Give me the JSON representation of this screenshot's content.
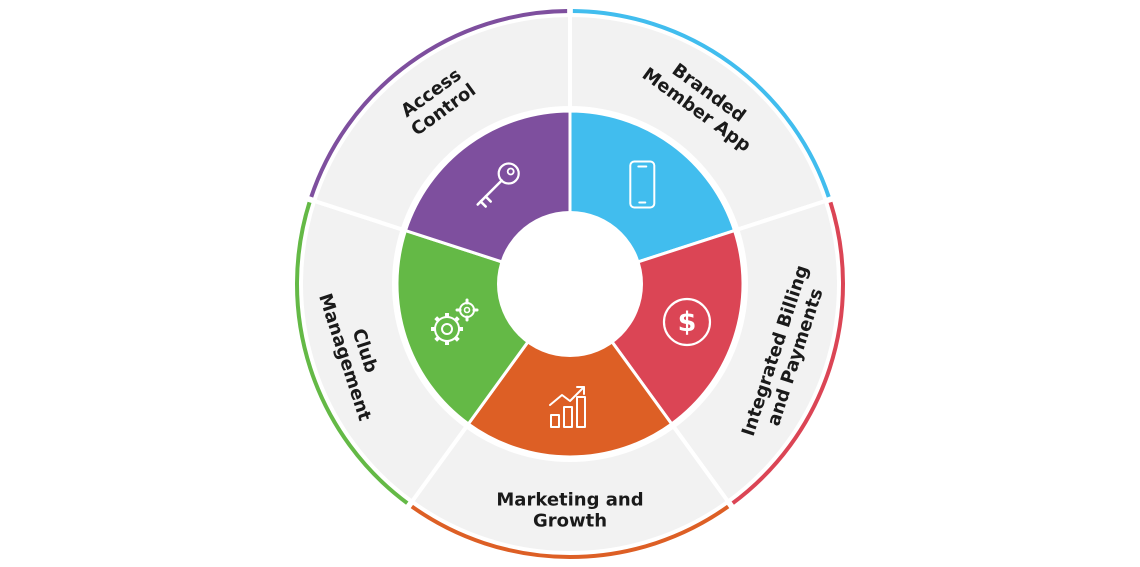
{
  "segments": [
    {
      "id": "branded-member-app",
      "label_lines": [
        "Branded",
        "Member App"
      ],
      "color": "#41bdee",
      "icon": "smartphone-icon"
    },
    {
      "id": "integrated-billing-and-payments",
      "label_lines": [
        "Integrated Billing",
        "and Payments"
      ],
      "color": "#db4555",
      "icon": "dollar-coin-icon"
    },
    {
      "id": "marketing-and-growth",
      "label_lines": [
        "Marketing and",
        "Growth"
      ],
      "color": "#dd5f25",
      "icon": "growth-chart-icon"
    },
    {
      "id": "club-management",
      "label_lines": [
        "Club",
        "Management"
      ],
      "color": "#64b946",
      "icon": "gears-icon"
    },
    {
      "id": "access-control",
      "label_lines": [
        "Access",
        "Control"
      ],
      "color": "#7e4f9e",
      "icon": "key-icon"
    }
  ],
  "colors": {
    "outer_band": "#f2f2f2",
    "divider": "#ffffff",
    "icon_stroke": "#ffffff"
  }
}
